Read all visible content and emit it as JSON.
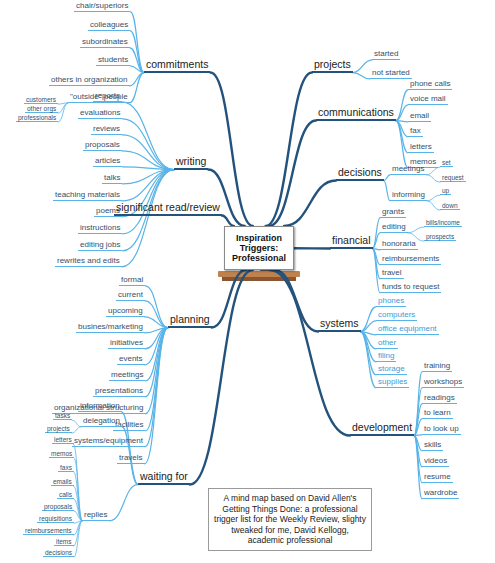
{
  "diagram": {
    "caption": "A mind map based on David Allen's Getting Things Done: a professional trigger list for the Weekly Review, slighty tweaked for me, David Kellogg, academic professional",
    "nodes": [
      {
        "text": [
          "Inspiration Triggers: Professional"
        ]
      },
      {
        "text": [
          "commitments"
        ]
      },
      {
        "text": [
          "chair/superiors"
        ]
      },
      {
        "text": [
          "colleagues"
        ]
      },
      {
        "text": [
          "subordinates"
        ]
      },
      {
        "text": [
          "students"
        ]
      },
      {
        "text": [
          "others in organization"
        ]
      },
      {
        "text": [
          "\"outside\" people"
        ]
      },
      {
        "text": [
          "customers"
        ]
      },
      {
        "text": [
          "other orgs"
        ]
      },
      {
        "text": [
          "professionals"
        ]
      },
      {
        "text": [
          "writing"
        ]
      },
      {
        "text": [
          "reports"
        ]
      },
      {
        "text": [
          "evaluations"
        ]
      },
      {
        "text": [
          "reviews"
        ]
      },
      {
        "text": [
          "proposals"
        ]
      },
      {
        "text": [
          "articles"
        ]
      },
      {
        "text": [
          "talks"
        ]
      },
      {
        "text": [
          "teaching materials"
        ]
      },
      {
        "text": [
          "poems"
        ]
      },
      {
        "text": [
          "instructions"
        ]
      },
      {
        "text": [
          "editing jobs"
        ]
      },
      {
        "text": [
          "rewrites and edits"
        ]
      },
      {
        "text": [
          "significant read/review"
        ]
      },
      {
        "text": [
          "planning"
        ]
      },
      {
        "text": [
          "formal"
        ]
      },
      {
        "text": [
          "current"
        ]
      },
      {
        "text": [
          "upcoming"
        ]
      },
      {
        "text": [
          "busines/marketing"
        ]
      },
      {
        "text": [
          "initiatives"
        ]
      },
      {
        "text": [
          "events"
        ]
      },
      {
        "text": [
          "meetings"
        ]
      },
      {
        "text": [
          "presentations"
        ]
      },
      {
        "text": [
          "organizational structuring"
        ]
      },
      {
        "text": [
          "facilities"
        ]
      },
      {
        "text": [
          "systems/equipment"
        ]
      },
      {
        "text": [
          "travels"
        ]
      },
      {
        "text": [
          "waiting for"
        ]
      },
      {
        "text": [
          "information"
        ]
      },
      {
        "text": [
          "delegation"
        ]
      },
      {
        "text": [
          "tasks"
        ]
      },
      {
        "text": [
          "projects"
        ]
      },
      {
        "text": [
          "replies"
        ]
      },
      {
        "text": [
          "letters"
        ]
      },
      {
        "text": [
          "memos"
        ]
      },
      {
        "text": [
          "faxs"
        ]
      },
      {
        "text": [
          "emails"
        ]
      },
      {
        "text": [
          "calls"
        ]
      },
      {
        "text": [
          "proposals"
        ]
      },
      {
        "text": [
          "requisitions"
        ]
      },
      {
        "text": [
          "reimbursements"
        ]
      },
      {
        "text": [
          "items"
        ]
      },
      {
        "text": [
          "decisions"
        ]
      },
      {
        "text": [
          "projects"
        ]
      },
      {
        "text": [
          "started"
        ]
      },
      {
        "text": [
          "not started"
        ]
      },
      {
        "text": [
          "communications"
        ]
      },
      {
        "text": [
          "phone calls"
        ]
      },
      {
        "text": [
          "voice mail"
        ]
      },
      {
        "text": [
          "email"
        ]
      },
      {
        "text": [
          "fax"
        ]
      },
      {
        "text": [
          "letters"
        ]
      },
      {
        "text": [
          "memos"
        ]
      },
      {
        "text": [
          "decisions"
        ]
      },
      {
        "text": [
          "meetings"
        ]
      },
      {
        "text": [
          "set"
        ]
      },
      {
        "text": [
          "request"
        ]
      },
      {
        "text": [
          "informing"
        ]
      },
      {
        "text": [
          "up"
        ]
      },
      {
        "text": [
          "down"
        ]
      },
      {
        "text": [
          "financial"
        ]
      },
      {
        "text": [
          "grants"
        ]
      },
      {
        "text": [
          "editing"
        ]
      },
      {
        "text": [
          "bills/income"
        ]
      },
      {
        "text": [
          "prospects"
        ]
      },
      {
        "text": [
          "honoraria"
        ]
      },
      {
        "text": [
          "reimbursements"
        ]
      },
      {
        "text": [
          "travel"
        ]
      },
      {
        "text": [
          "funds to request"
        ]
      },
      {
        "text": [
          "systems"
        ]
      },
      {
        "text": [
          "phones"
        ]
      },
      {
        "text": [
          "computers"
        ]
      },
      {
        "text": [
          "office equipment"
        ]
      },
      {
        "text": [
          "other"
        ]
      },
      {
        "text": [
          "filing"
        ]
      },
      {
        "text": [
          "storage"
        ]
      },
      {
        "text": [
          "supplies"
        ]
      },
      {
        "text": [
          "development"
        ]
      },
      {
        "text": [
          "training"
        ]
      },
      {
        "text": [
          "workshops"
        ]
      },
      {
        "text": [
          "readings"
        ]
      },
      {
        "text": [
          "to learn"
        ]
      },
      {
        "text": [
          "to look up"
        ]
      },
      {
        "text": [
          "skills"
        ]
      },
      {
        "text": [
          "videos"
        ]
      },
      {
        "text": [
          "resume"
        ]
      },
      {
        "text": [
          "wardrobe"
        ]
      }
    ],
    "edges": [
      {
        "from": 0,
        "to": 1,
        "arrow": "none"
      },
      {
        "from": 0,
        "to": 11,
        "arrow": "none"
      },
      {
        "from": 0,
        "to": 23,
        "arrow": "none"
      },
      {
        "from": 0,
        "to": 24,
        "arrow": "none"
      },
      {
        "from": 0,
        "to": 37,
        "arrow": "none"
      },
      {
        "from": 0,
        "to": 53,
        "arrow": "none"
      },
      {
        "from": 0,
        "to": 56,
        "arrow": "none"
      },
      {
        "from": 0,
        "to": 63,
        "arrow": "none"
      },
      {
        "from": 0,
        "to": 70,
        "arrow": "none"
      },
      {
        "from": 0,
        "to": 79,
        "arrow": "none"
      },
      {
        "from": 0,
        "to": 87,
        "arrow": "none"
      },
      {
        "from": 1,
        "to": 2,
        "arrow": "none"
      },
      {
        "from": 1,
        "to": 3,
        "arrow": "none"
      },
      {
        "from": 1,
        "to": 4,
        "arrow": "none"
      },
      {
        "from": 1,
        "to": 5,
        "arrow": "none"
      },
      {
        "from": 1,
        "to": 6,
        "arrow": "none"
      },
      {
        "from": 1,
        "to": 7,
        "arrow": "none"
      },
      {
        "from": 7,
        "to": 8,
        "arrow": "none"
      },
      {
        "from": 7,
        "to": 9,
        "arrow": "none"
      },
      {
        "from": 7,
        "to": 10,
        "arrow": "none"
      },
      {
        "from": 11,
        "to": 12,
        "arrow": "none"
      },
      {
        "from": 11,
        "to": 13,
        "arrow": "none"
      },
      {
        "from": 11,
        "to": 14,
        "arrow": "none"
      },
      {
        "from": 11,
        "to": 15,
        "arrow": "none"
      },
      {
        "from": 11,
        "to": 16,
        "arrow": "none"
      },
      {
        "from": 11,
        "to": 17,
        "arrow": "none"
      },
      {
        "from": 11,
        "to": 18,
        "arrow": "none"
      },
      {
        "from": 11,
        "to": 19,
        "arrow": "none"
      },
      {
        "from": 11,
        "to": 20,
        "arrow": "none"
      },
      {
        "from": 11,
        "to": 21,
        "arrow": "none"
      },
      {
        "from": 11,
        "to": 22,
        "arrow": "none"
      },
      {
        "from": 24,
        "to": 25,
        "arrow": "none"
      },
      {
        "from": 24,
        "to": 26,
        "arrow": "none"
      },
      {
        "from": 24,
        "to": 27,
        "arrow": "none"
      },
      {
        "from": 24,
        "to": 28,
        "arrow": "none"
      },
      {
        "from": 24,
        "to": 29,
        "arrow": "none"
      },
      {
        "from": 24,
        "to": 30,
        "arrow": "none"
      },
      {
        "from": 24,
        "to": 31,
        "arrow": "none"
      },
      {
        "from": 24,
        "to": 32,
        "arrow": "none"
      },
      {
        "from": 24,
        "to": 33,
        "arrow": "none"
      },
      {
        "from": 24,
        "to": 34,
        "arrow": "none"
      },
      {
        "from": 24,
        "to": 35,
        "arrow": "none"
      },
      {
        "from": 24,
        "to": 36,
        "arrow": "none"
      },
      {
        "from": 37,
        "to": 38,
        "arrow": "none"
      },
      {
        "from": 37,
        "to": 39,
        "arrow": "none"
      },
      {
        "from": 37,
        "to": 42,
        "arrow": "none"
      },
      {
        "from": 39,
        "to": 40,
        "arrow": "none"
      },
      {
        "from": 39,
        "to": 41,
        "arrow": "none"
      },
      {
        "from": 42,
        "to": 43,
        "arrow": "none"
      },
      {
        "from": 42,
        "to": 44,
        "arrow": "none"
      },
      {
        "from": 42,
        "to": 45,
        "arrow": "none"
      },
      {
        "from": 42,
        "to": 46,
        "arrow": "none"
      },
      {
        "from": 42,
        "to": 47,
        "arrow": "none"
      },
      {
        "from": 42,
        "to": 48,
        "arrow": "none"
      },
      {
        "from": 42,
        "to": 49,
        "arrow": "none"
      },
      {
        "from": 42,
        "to": 50,
        "arrow": "none"
      },
      {
        "from": 42,
        "to": 51,
        "arrow": "none"
      },
      {
        "from": 42,
        "to": 52,
        "arrow": "none"
      },
      {
        "from": 53,
        "to": 54,
        "arrow": "none"
      },
      {
        "from": 53,
        "to": 55,
        "arrow": "none"
      },
      {
        "from": 56,
        "to": 57,
        "arrow": "none"
      },
      {
        "from": 56,
        "to": 58,
        "arrow": "none"
      },
      {
        "from": 56,
        "to": 59,
        "arrow": "none"
      },
      {
        "from": 56,
        "to": 60,
        "arrow": "none"
      },
      {
        "from": 56,
        "to": 61,
        "arrow": "none"
      },
      {
        "from": 56,
        "to": 62,
        "arrow": "none"
      },
      {
        "from": 63,
        "to": 64,
        "arrow": "none"
      },
      {
        "from": 63,
        "to": 67,
        "arrow": "none"
      },
      {
        "from": 64,
        "to": 65,
        "arrow": "none"
      },
      {
        "from": 64,
        "to": 66,
        "arrow": "none"
      },
      {
        "from": 67,
        "to": 68,
        "arrow": "none"
      },
      {
        "from": 67,
        "to": 69,
        "arrow": "none"
      },
      {
        "from": 70,
        "to": 71,
        "arrow": "none"
      },
      {
        "from": 70,
        "to": 72,
        "arrow": "none"
      },
      {
        "from": 70,
        "to": 75,
        "arrow": "none"
      },
      {
        "from": 70,
        "to": 76,
        "arrow": "none"
      },
      {
        "from": 70,
        "to": 77,
        "arrow": "none"
      },
      {
        "from": 70,
        "to": 78,
        "arrow": "none"
      },
      {
        "from": 72,
        "to": 73,
        "arrow": "none"
      },
      {
        "from": 72,
        "to": 74,
        "arrow": "none"
      },
      {
        "from": 79,
        "to": 80,
        "arrow": "none"
      },
      {
        "from": 79,
        "to": 81,
        "arrow": "none"
      },
      {
        "from": 79,
        "to": 82,
        "arrow": "none"
      },
      {
        "from": 79,
        "to": 83,
        "arrow": "none"
      },
      {
        "from": 79,
        "to": 84,
        "arrow": "none"
      },
      {
        "from": 79,
        "to": 85,
        "arrow": "none"
      },
      {
        "from": 79,
        "to": 86,
        "arrow": "none"
      },
      {
        "from": 87,
        "to": 88,
        "arrow": "none"
      },
      {
        "from": 87,
        "to": 89,
        "arrow": "none"
      },
      {
        "from": 87,
        "to": 90,
        "arrow": "none"
      },
      {
        "from": 87,
        "to": 91,
        "arrow": "none"
      },
      {
        "from": 87,
        "to": 92,
        "arrow": "none"
      },
      {
        "from": 87,
        "to": 93,
        "arrow": "none"
      },
      {
        "from": 87,
        "to": 94,
        "arrow": "none"
      },
      {
        "from": 87,
        "to": 95,
        "arrow": "none"
      },
      {
        "from": 87,
        "to": 96,
        "arrow": "none"
      }
    ]
  }
}
